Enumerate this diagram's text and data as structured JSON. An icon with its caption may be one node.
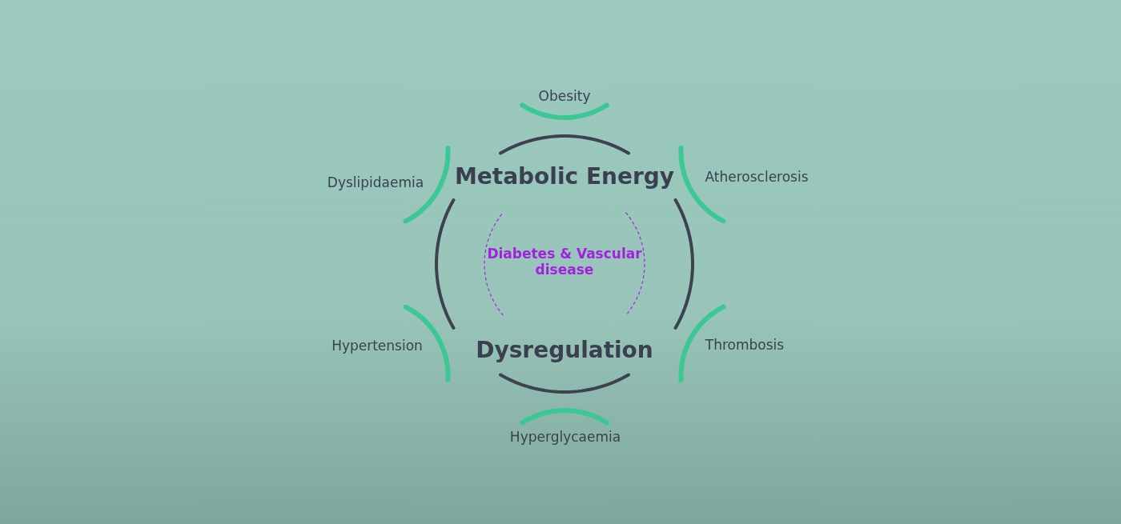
{
  "diagram": {
    "labels": [
      "Obesity",
      "Dyslipidaemia",
      "Metabolic Energy",
      "Atherosclerosis",
      "Diabetes & Vascular disease",
      "Hypertension",
      "Dysregulation",
      "Thrombosis",
      "Hyperglycaemia"
    ]
  }
}
